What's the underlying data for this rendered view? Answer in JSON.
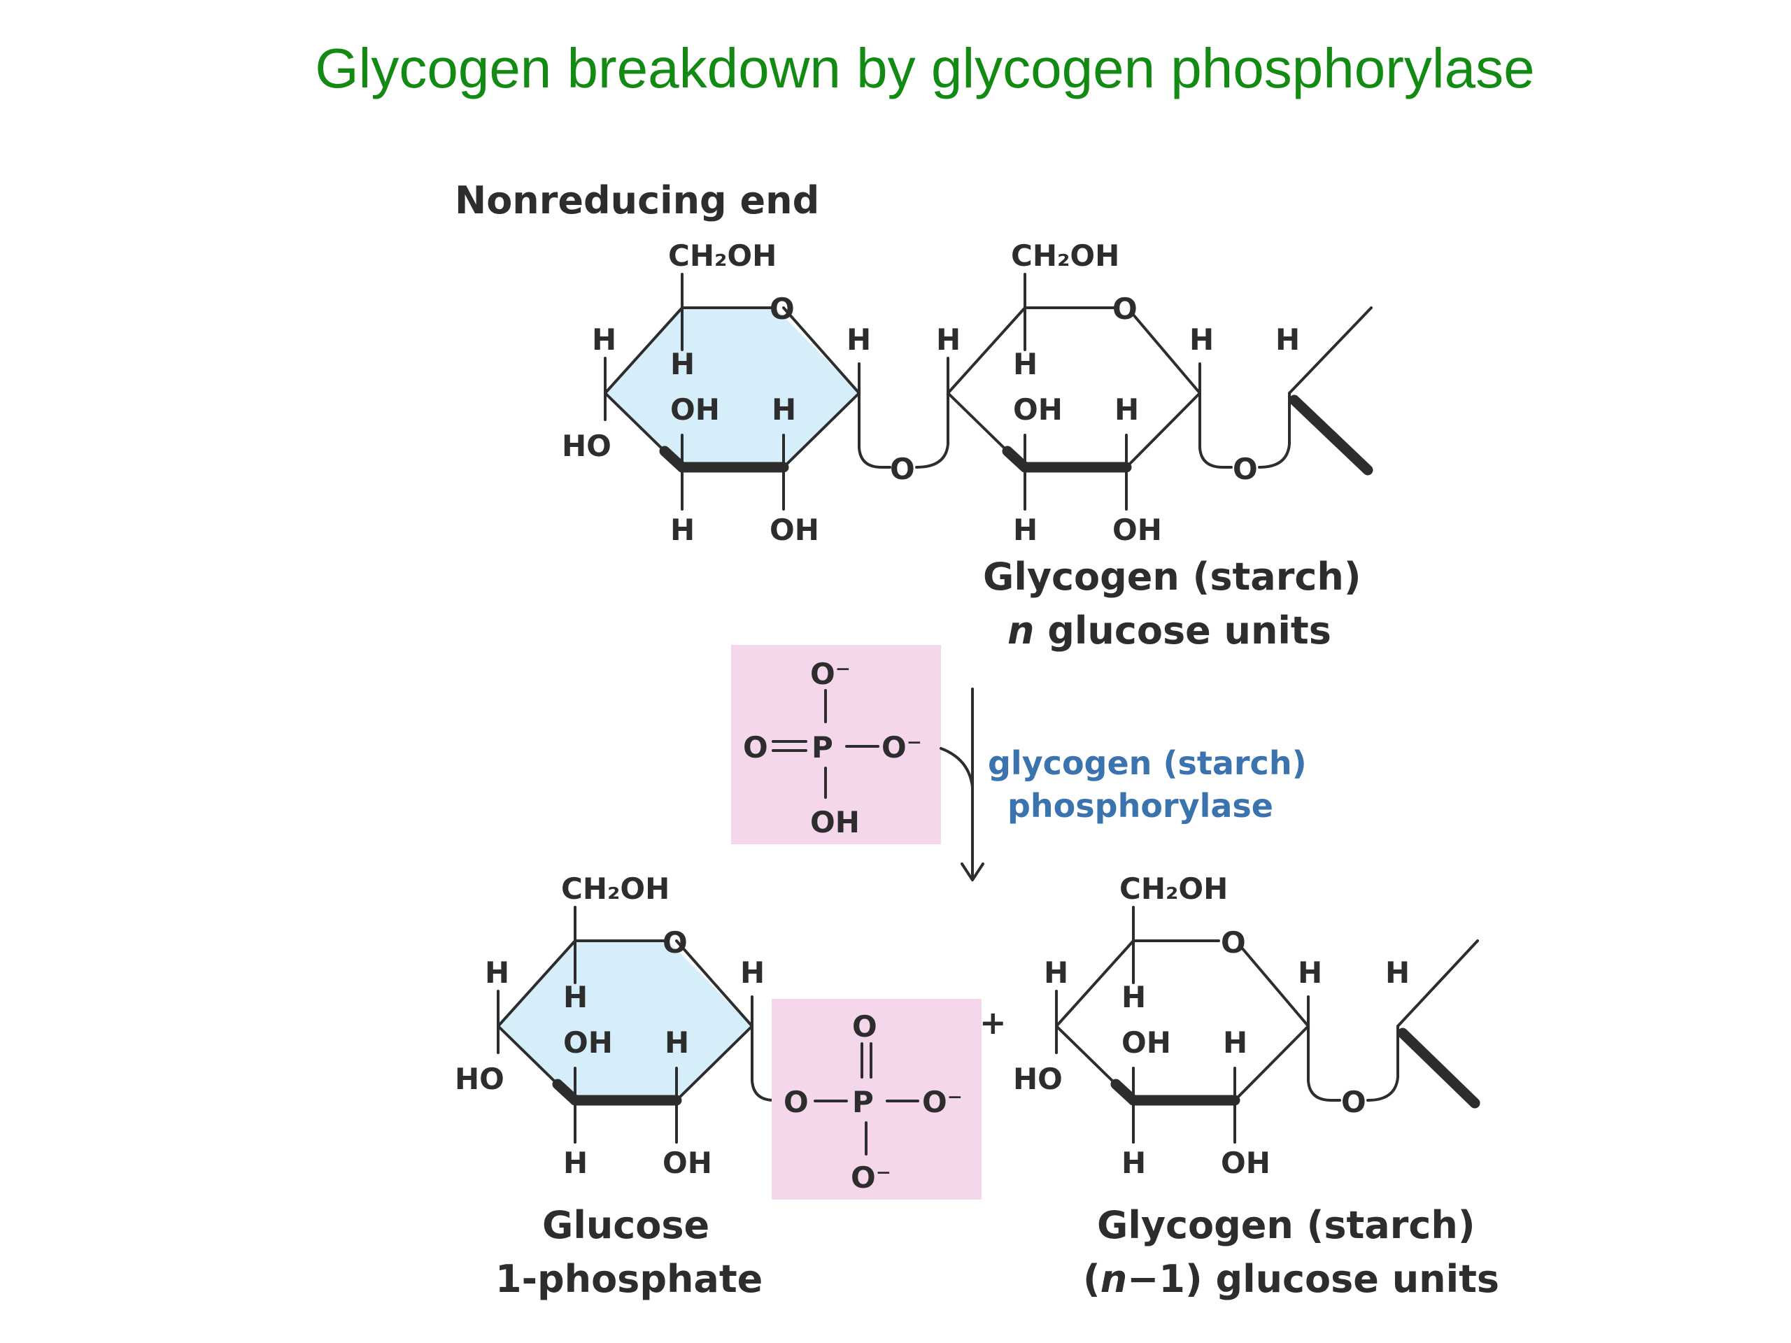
{
  "title": "Glycogen breakdown by glycogen phosphorylase",
  "labels": {
    "nonreducing_end": "Nonreducing end",
    "glycogen_top_1": "Glycogen (starch)",
    "glycogen_top_2": "n glucose units",
    "n_italic": "n",
    "glucose_units": " glucose units",
    "enzyme_1": "glycogen (starch)",
    "enzyme_2": "phosphorylase",
    "glucose_1": "Glucose",
    "glucose_2": "1-phosphate",
    "plus": "+",
    "glycogen_bottom_1": "Glycogen (starch)",
    "glycogen_bottom_2_open": "(",
    "glycogen_bottom_2_n": "n",
    "glycogen_bottom_2_rest": "−1) glucose units"
  },
  "atoms": {
    "ch2oh": "CH₂OH",
    "h": "H",
    "oh": "OH",
    "ho": "HO",
    "o": "O",
    "p": "P",
    "o_minus": "O⁻"
  },
  "colors": {
    "title": "#138a13",
    "ring_fill": "#d6eefa",
    "phosphate_box": "#f5d7ec",
    "enzyme_text": "#3a73ad",
    "ink": "#2d2d2d"
  }
}
